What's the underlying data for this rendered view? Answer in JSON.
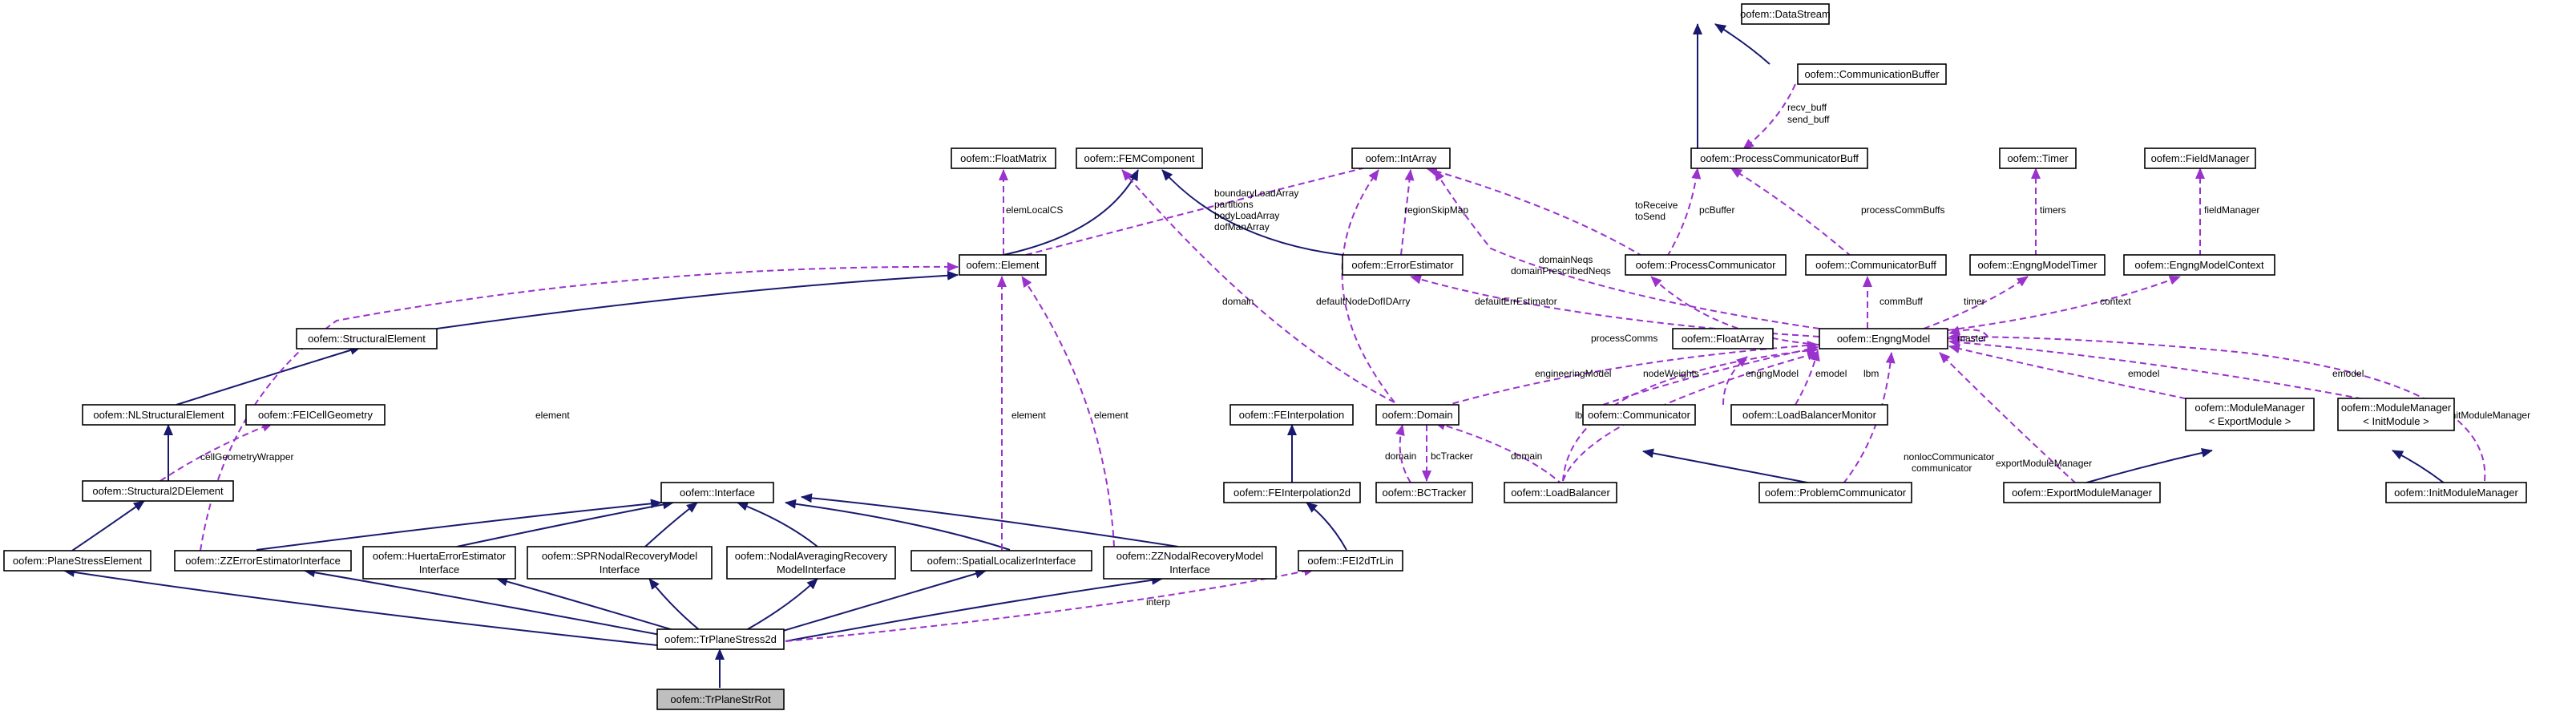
{
  "diagram": {
    "nodes": {
      "datastream": "oofem::DataStream",
      "commbuffer": "oofem::CommunicationBuffer",
      "pcbuff": "oofem::ProcessCommunicatorBuff",
      "timer": "oofem::Timer",
      "fieldmanager": "oofem::FieldManager",
      "floatmatrix": "oofem::FloatMatrix",
      "femcomponent": "oofem::FEMComponent",
      "intarray": "oofem::IntArray",
      "element": "oofem::Element",
      "errorestimator": "oofem::ErrorEstimator",
      "processcomm": "oofem::ProcessCommunicator",
      "commbuff": "oofem::CommunicatorBuff",
      "engngmodeltimer": "oofem::EngngModelTimer",
      "engngmodelcontext": "oofem::EngngModelContext",
      "structuralelement": "oofem::StructuralElement",
      "floatarray": "oofem::FloatArray",
      "engngmodel": "oofem::EngngModel",
      "nlstructural": "oofem::NLStructuralElement",
      "feicellgeom": "oofem::FEICellGeometry",
      "feinterpolation": "oofem::FEInterpolation",
      "domain": "oofem::Domain",
      "communicator": "oofem::Communicator",
      "lbmonitor": "oofem::LoadBalancerMonitor",
      "mmexport_1": "oofem::ModuleManager",
      "mmexport_2": "< ExportModule >",
      "mminit_1": "oofem::ModuleManager",
      "mminit_2": "< InitModule >",
      "structural2d": "oofem::Structural2DElement",
      "feinterp2d": "oofem::FEInterpolation2d",
      "bctracker": "oofem::BCTracker",
      "loadbalancer": "oofem::LoadBalancer",
      "problemcomm": "oofem::ProblemCommunicator",
      "exportmm": "oofem::ExportModuleManager",
      "initmm": "oofem::InitModuleManager",
      "interface": "oofem::Interface",
      "planestress": "oofem::PlaneStressElement",
      "zzerror": "oofem::ZZErrorEstimatorInterface",
      "huerta_1": "oofem::HuertaErrorEstimator",
      "huerta_2": "Interface",
      "spr_1": "oofem::SPRNodalRecoveryModel",
      "spr_2": "Interface",
      "nodalavg_1": "oofem::NodalAveragingRecovery",
      "nodalavg_2": "ModelInterface",
      "spatial": "oofem::SpatialLocalizerInterface",
      "zznodal_1": "oofem::ZZNodalRecoveryModel",
      "zznodal_2": "Interface",
      "fei2dtrlin": "oofem::FEI2dTrLin",
      "trplanestress": "oofem::TrPlaneStress2d",
      "trplanestrrot": "oofem::TrPlaneStrRot"
    },
    "labels": {
      "recv_buff": "recv_buff",
      "send_buff": "send_buff",
      "boundaryLoadArray": "boundaryLoadArray",
      "partitions": "partitions",
      "bodyLoadArray": "bodyLoadArray",
      "dofManArray": "dofManArray",
      "regionSkipMap": "regionSkipMap",
      "toReceive": "toReceive",
      "toSend": "toSend",
      "pcBuffer": "pcBuffer",
      "processCommBuffs": "processCommBuffs",
      "timers": "timers",
      "fieldManager": "fieldManager",
      "elemLocalCS": "elemLocalCS",
      "domainNeqs": "domainNeqs",
      "domainPrescribedNeqs": "domainPrescribedNeqs",
      "commBuff": "commBuff",
      "timer": "timer",
      "context": "context",
      "domain_a": "domain",
      "defaultNodeDofIDArry": "defaultNodeDofIDArry",
      "defaultErrEstimator": "defaultErrEstimator",
      "master": "master",
      "processComms": "processComms",
      "engineeringModel": "engineeringModel",
      "nodeWeights": "nodeWeights",
      "engngModel": "engngModel",
      "emodel_a": "emodel",
      "lbm": "lbm",
      "emodel_b": "emodel",
      "emodel_c": "emodel",
      "initModuleManager": "initModuleManager",
      "exportModuleManager": "exportModuleManager",
      "nonlocCommunicator": "nonlocCommunicator",
      "communicator": "communicator",
      "lb": "lb",
      "domain_b": "domain",
      "bcTracker": "bcTracker",
      "domain_c": "domain",
      "cellGeometryWrapper": "cellGeometryWrapper",
      "element_a": "element",
      "element_b": "element",
      "element_c": "element",
      "interp": "interp"
    }
  }
}
